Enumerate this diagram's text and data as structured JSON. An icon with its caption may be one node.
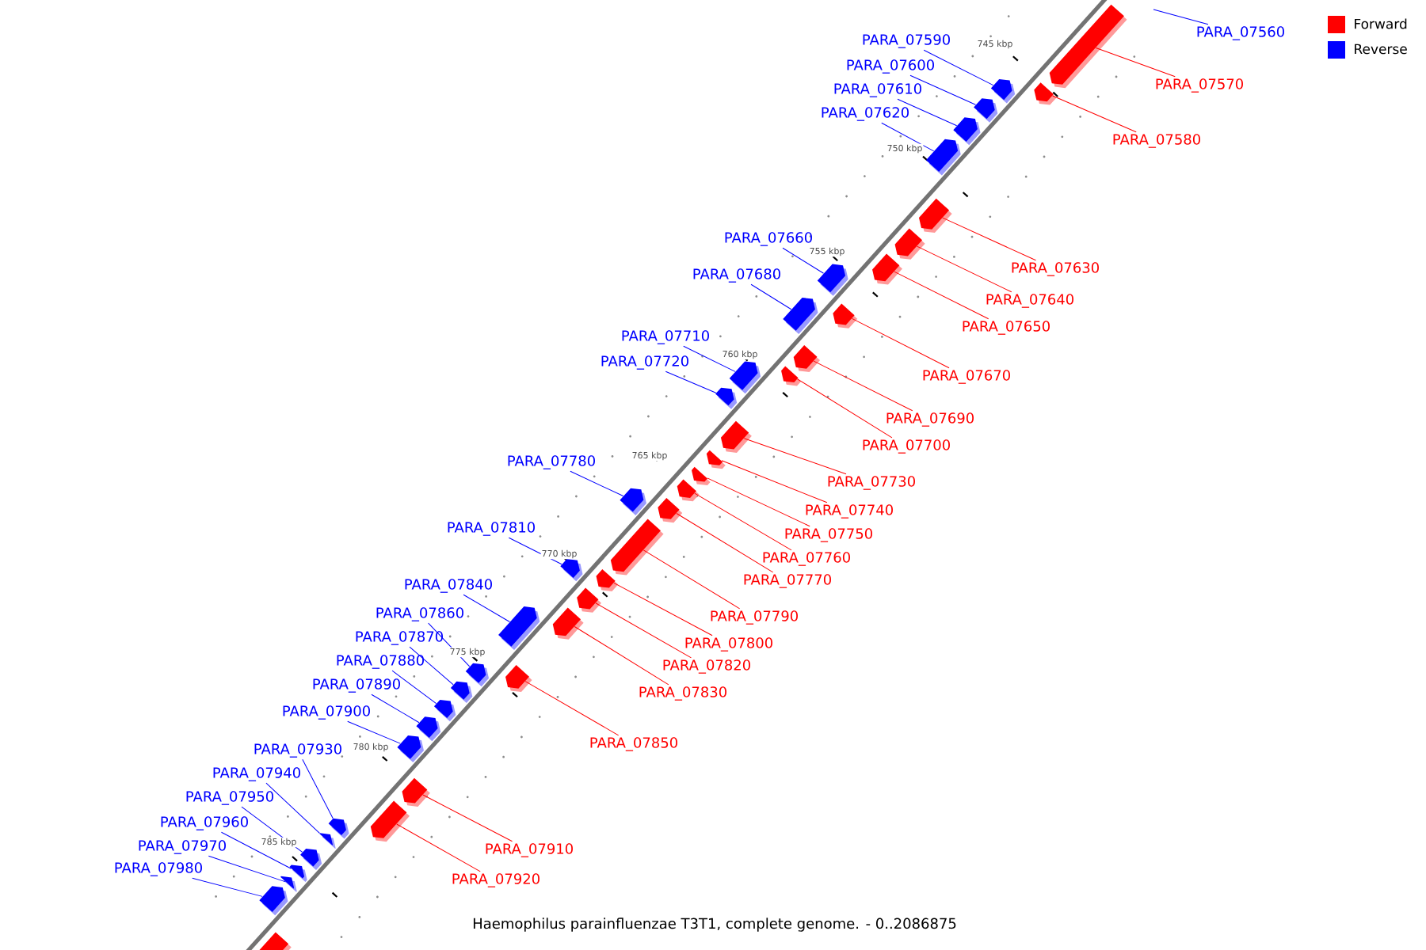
{
  "diagram": {
    "caption": "Haemophilus parainfluenzae T3T1, complete genome. - 0..2086875",
    "nodes": [
      {
        "text": [
          "PARA_07560"
        ]
      },
      {
        "text": [
          "PARA_07570"
        ]
      },
      {
        "text": [],
        "shape": "arrow"
      },
      {
        "text": [
          "PARA_07590"
        ]
      },
      {
        "text": [],
        "shape": "arrow"
      },
      {
        "text": [
          "PARA_07600"
        ]
      },
      {
        "text": [],
        "shape": "arrow"
      },
      {
        "text": [
          "PARA_07610"
        ]
      },
      {
        "text": [],
        "shape": "arrow"
      },
      {
        "text": [
          "PARA_07580"
        ]
      },
      {
        "text": [],
        "shape": "arrow"
      },
      {
        "text": [
          "PARA_07620"
        ]
      },
      {
        "text": [],
        "shape": "arrow"
      },
      {
        "text": [
          "PARA_07660"
        ]
      },
      {
        "text": [],
        "shape": "arrow"
      },
      {
        "text": [
          "PARA_07630"
        ]
      },
      {
        "text": [],
        "shape": "arrow"
      },
      {
        "text": [
          "PARA_07680"
        ]
      },
      {
        "text": [],
        "shape": "arrow"
      },
      {
        "text": [
          "PARA_07640"
        ]
      },
      {
        "text": [],
        "shape": "arrow"
      },
      {
        "text": [
          "PARA_07650"
        ]
      },
      {
        "text": [],
        "shape": "arrow"
      },
      {
        "text": [
          "PARA_07710"
        ]
      },
      {
        "text": [],
        "shape": "arrow"
      },
      {
        "text": [
          "PARA_07720"
        ]
      },
      {
        "text": [],
        "shape": "arrow"
      },
      {
        "text": [
          "PARA_07670"
        ]
      },
      {
        "text": [],
        "shape": "arrow"
      },
      {
        "text": [
          "PARA_07690"
        ]
      },
      {
        "text": [],
        "shape": "arrow"
      },
      {
        "text": [
          "PARA_07700"
        ]
      },
      {
        "text": [],
        "shape": "arrow"
      },
      {
        "text": [
          "PARA_07780"
        ]
      },
      {
        "text": [],
        "shape": "arrow"
      },
      {
        "text": [
          "PARA_07730"
        ]
      },
      {
        "text": [],
        "shape": "arrow"
      },
      {
        "text": [
          "PARA_07740"
        ]
      },
      {
        "text": [],
        "shape": "arrow"
      },
      {
        "text": [
          "PARA_07810"
        ]
      },
      {
        "text": [],
        "shape": "arrow"
      },
      {
        "text": [
          "PARA_07750"
        ]
      },
      {
        "text": [],
        "shape": "arrow"
      },
      {
        "text": [
          "PARA_07760"
        ]
      },
      {
        "text": [],
        "shape": "arrow"
      },
      {
        "text": [
          "PARA_07770"
        ]
      },
      {
        "text": [],
        "shape": "arrow"
      },
      {
        "text": [
          "PARA_07840"
        ]
      },
      {
        "text": [],
        "shape": "arrow"
      },
      {
        "text": [
          "PARA_07790"
        ]
      },
      {
        "text": [],
        "shape": "arrow"
      },
      {
        "text": [
          "PARA_07860"
        ]
      },
      {
        "text": [],
        "shape": "arrow"
      },
      {
        "text": [
          "PARA_07800"
        ]
      },
      {
        "text": [],
        "shape": "arrow"
      },
      {
        "text": [
          "PARA_07870"
        ]
      },
      {
        "text": [],
        "shape": "arrow"
      },
      {
        "text": [
          "PARA_07820"
        ]
      },
      {
        "text": [],
        "shape": "arrow"
      },
      {
        "text": [
          "PARA_07880"
        ]
      },
      {
        "text": [],
        "shape": "arrow"
      },
      {
        "text": [
          "PARA_07890"
        ]
      },
      {
        "text": [],
        "shape": "arrow"
      },
      {
        "text": [
          "PARA_07830"
        ]
      },
      {
        "text": [],
        "shape": "arrow"
      },
      {
        "text": [
          "PARA_07900"
        ]
      },
      {
        "text": [],
        "shape": "arrow"
      },
      {
        "text": [
          "PARA_07850"
        ]
      },
      {
        "text": [],
        "shape": "arrow"
      },
      {
        "text": [
          "PARA_07930"
        ]
      },
      {
        "text": [],
        "shape": "arrow"
      },
      {
        "text": [
          "PARA_07940"
        ]
      },
      {
        "text": [],
        "shape": "arrow"
      },
      {
        "text": [
          "PARA_07950"
        ]
      },
      {
        "text": [],
        "shape": "arrow"
      },
      {
        "text": [
          "PARA_07960"
        ]
      },
      {
        "text": [],
        "shape": "arrow"
      },
      {
        "text": [
          "PARA_07910"
        ]
      },
      {
        "text": [],
        "shape": "arrow"
      },
      {
        "text": [
          "PARA_07970"
        ]
      },
      {
        "text": [],
        "shape": "arrow"
      },
      {
        "text": [
          "PARA_07980"
        ]
      },
      {
        "text": [],
        "shape": "arrow"
      },
      {
        "text": [
          "PARA_07920"
        ]
      },
      {
        "text": [],
        "shape": "arrow"
      },
      {
        "text": [],
        "shape": "arrow"
      }
    ],
    "edges": [
      {
        "from": 0,
        "to": null,
        "arrow": "none",
        "color": "#0000ff"
      },
      {
        "from": 1,
        "to": 2,
        "arrow": "none",
        "color": "#ff0000"
      },
      {
        "from": 3,
        "to": 4,
        "arrow": "none",
        "color": "#0000ff"
      },
      {
        "from": 5,
        "to": 6,
        "arrow": "none",
        "color": "#0000ff"
      },
      {
        "from": 7,
        "to": 8,
        "arrow": "none",
        "color": "#0000ff"
      },
      {
        "from": 9,
        "to": 10,
        "arrow": "none",
        "color": "#ff0000"
      },
      {
        "from": 11,
        "to": 12,
        "arrow": "none",
        "color": "#0000ff"
      },
      {
        "from": 13,
        "to": 14,
        "arrow": "none",
        "color": "#0000ff"
      },
      {
        "from": 15,
        "to": 16,
        "arrow": "none",
        "color": "#ff0000"
      },
      {
        "from": 17,
        "to": 18,
        "arrow": "none",
        "color": "#0000ff"
      },
      {
        "from": 19,
        "to": 20,
        "arrow": "none",
        "color": "#ff0000"
      },
      {
        "from": 21,
        "to": 22,
        "arrow": "none",
        "color": "#ff0000"
      },
      {
        "from": 23,
        "to": 24,
        "arrow": "none",
        "color": "#0000ff"
      },
      {
        "from": 25,
        "to": 26,
        "arrow": "none",
        "color": "#0000ff"
      },
      {
        "from": 27,
        "to": 28,
        "arrow": "none",
        "color": "#ff0000"
      },
      {
        "from": 29,
        "to": 30,
        "arrow": "none",
        "color": "#ff0000"
      },
      {
        "from": 31,
        "to": 32,
        "arrow": "none",
        "color": "#ff0000"
      },
      {
        "from": 33,
        "to": 34,
        "arrow": "none",
        "color": "#0000ff"
      },
      {
        "from": 35,
        "to": 36,
        "arrow": "none",
        "color": "#ff0000"
      },
      {
        "from": 37,
        "to": 38,
        "arrow": "none",
        "color": "#ff0000"
      },
      {
        "from": 39,
        "to": 40,
        "arrow": "none",
        "color": "#0000ff"
      },
      {
        "from": 41,
        "to": 42,
        "arrow": "none",
        "color": "#ff0000"
      },
      {
        "from": 43,
        "to": 44,
        "arrow": "none",
        "color": "#ff0000"
      },
      {
        "from": 45,
        "to": 46,
        "arrow": "none",
        "color": "#ff0000"
      },
      {
        "from": 47,
        "to": 48,
        "arrow": "none",
        "color": "#0000ff"
      },
      {
        "from": 49,
        "to": 50,
        "arrow": "none",
        "color": "#ff0000"
      },
      {
        "from": 51,
        "to": 52,
        "arrow": "none",
        "color": "#0000ff"
      },
      {
        "from": 53,
        "to": 54,
        "arrow": "none",
        "color": "#ff0000"
      },
      {
        "from": 55,
        "to": 56,
        "arrow": "none",
        "color": "#0000ff"
      },
      {
        "from": 57,
        "to": 58,
        "arrow": "none",
        "color": "#ff0000"
      },
      {
        "from": 59,
        "to": 60,
        "arrow": "none",
        "color": "#0000ff"
      },
      {
        "from": 61,
        "to": 62,
        "arrow": "none",
        "color": "#0000ff"
      },
      {
        "from": 63,
        "to": 64,
        "arrow": "none",
        "color": "#ff0000"
      },
      {
        "from": 65,
        "to": 66,
        "arrow": "none",
        "color": "#0000ff"
      },
      {
        "from": 67,
        "to": 68,
        "arrow": "none",
        "color": "#ff0000"
      },
      {
        "from": 69,
        "to": 70,
        "arrow": "none",
        "color": "#0000ff"
      },
      {
        "from": 71,
        "to": 72,
        "arrow": "none",
        "color": "#0000ff"
      },
      {
        "from": 73,
        "to": 74,
        "arrow": "none",
        "color": "#0000ff"
      },
      {
        "from": 75,
        "to": 76,
        "arrow": "none",
        "color": "#0000ff"
      },
      {
        "from": 77,
        "to": 78,
        "arrow": "none",
        "color": "#ff0000"
      },
      {
        "from": 79,
        "to": 80,
        "arrow": "none",
        "color": "#0000ff"
      },
      {
        "from": 81,
        "to": 82,
        "arrow": "none",
        "color": "#0000ff"
      },
      {
        "from": 83,
        "to": 84,
        "arrow": "none",
        "color": "#ff0000"
      }
    ],
    "labels": [
      "745 kbp",
      "750 kbp",
      "755 kbp",
      "760 kbp",
      "765 kbp",
      "770 kbp",
      "775 kbp",
      "780 kbp",
      "785 kbp"
    ],
    "legend": [
      {
        "text": "Forward",
        "color": "#ff0000"
      },
      {
        "text": "Reverse",
        "color": "#0000ff"
      }
    ]
  }
}
